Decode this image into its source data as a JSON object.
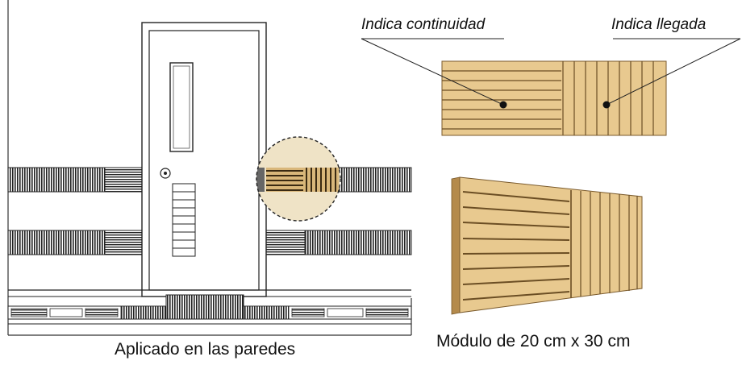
{
  "labels": {
    "continuity": "Indica continuidad",
    "arrival": "Indica llegada",
    "left_caption": "Aplicado en las paredes",
    "right_caption": "Módulo de 20 cm x 30 cm"
  },
  "colors": {
    "wood": "#e8c98f",
    "wood_dark": "#7a5a2c",
    "zoom_bg": "#efe3c6",
    "ink": "#111111"
  }
}
